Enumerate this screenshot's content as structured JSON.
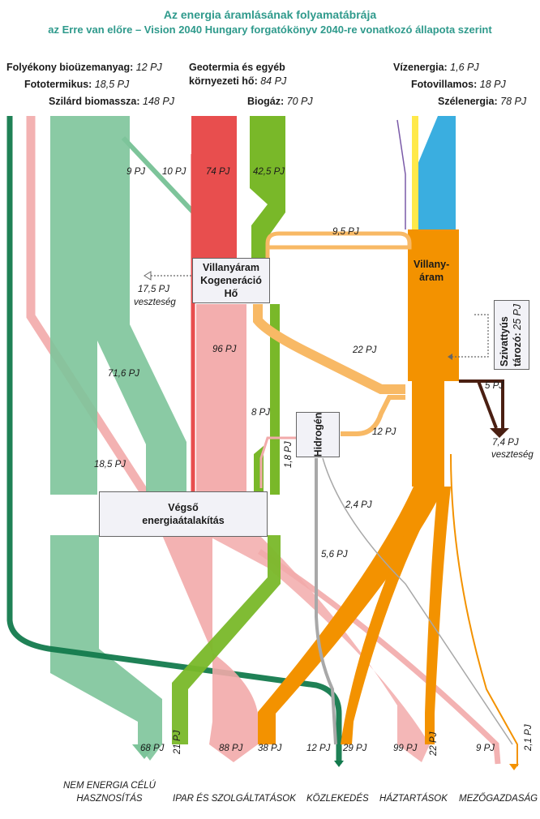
{
  "title": "Az energia áramlásának folyamatábrája",
  "subtitle": "az Erre van előre – Vision 2040 Hungary forgatókönyv 2040-re vonatkozó állapota szerint",
  "sources": {
    "biofuel": {
      "label": "Folyékony bioüzemanyag:",
      "value": "12 PJ"
    },
    "solar_thermal": {
      "label": "Fototermikus:",
      "value": "18,5 PJ"
    },
    "solid_biomass": {
      "label": "Szilárd biomassza:",
      "value": "148 PJ"
    },
    "geothermal_line1": "Geotermia és egyéb",
    "geothermal": {
      "label": "környezeti hő:",
      "value": "84 PJ"
    },
    "biogas": {
      "label": "Biogáz:",
      "value": "70 PJ"
    },
    "hydro": {
      "label": "Vízenergia:",
      "value": "1,6 PJ"
    },
    "pv": {
      "label": "Fotovillamos:",
      "value": "18 PJ"
    },
    "wind": {
      "label": "Szélenergia:",
      "value": "78 PJ"
    }
  },
  "nodes": {
    "cogen": [
      "Villanyáram",
      "Kogeneráció",
      "Hő"
    ],
    "electricity": [
      "Villany-",
      "áram"
    ],
    "hydrogen": "Hidrogén",
    "final": [
      "Végső",
      "energiaátalakítás"
    ],
    "storage": [
      "Szivattyús",
      "tározó:"
    ],
    "storage_value": "25 PJ"
  },
  "flow_values": {
    "f9": "9 PJ",
    "f10": "10 PJ",
    "f74": "74 PJ",
    "f42_5": "42,5 PJ",
    "f9_5": "9,5 PJ",
    "f17_5": "17,5 PJ",
    "f17_5_note": "veszteség",
    "f96": "96 PJ",
    "f71_6": "71,6 PJ",
    "f22": "22 PJ",
    "f8": "8 PJ",
    "f1_8": "1,8 PJ",
    "f12": "12 PJ",
    "f5": "5 PJ",
    "f7_4": "7,4 PJ",
    "f7_4_note": "veszteség",
    "f18_5": "18,5 PJ",
    "f2_4": "2,4 PJ",
    "f5_6": "5,6 PJ"
  },
  "bottom_values": [
    "68 PJ",
    "21 PJ",
    "88 PJ",
    "38 PJ",
    "12 PJ",
    "29 PJ",
    "99 PJ",
    "22 PJ",
    "9 PJ",
    "2,1 PJ"
  ],
  "sinks": {
    "non_energy": [
      "NEM ENERGIA CÉLÚ",
      "HASZNOSÍTÁS"
    ],
    "industry": "IPAR ÉS SZOLGÁLTATÁSOK",
    "transport": "KÖZLEKEDÉS",
    "households": "HÁZTARTÁSOK",
    "agriculture": "MEZŐGAZDASÁG"
  },
  "colors": {
    "biomass": "#7dc49a",
    "heat_pink": "#f2aaaa",
    "geo_red": "#e84e4e",
    "biogas": "#79b829",
    "electricity": "#f39200",
    "wind": "#3aaee0",
    "pv": "#ffe94a",
    "hydro": "#7a5aa8",
    "biofuel": "#137a4d",
    "hydrogen": "#a8a8a8",
    "storage": "#4a1f12",
    "cogen_heat": "#f8b965"
  }
}
